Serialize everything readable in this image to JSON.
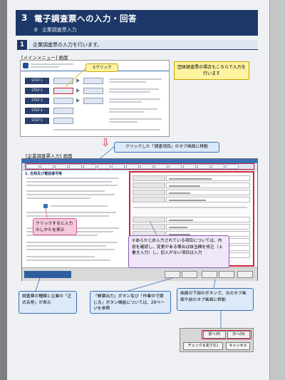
{
  "header": {
    "section_number": "3",
    "title": "電子調査票への入力・回答",
    "sub_letter": "B",
    "subtitle": "企業調査票入力"
  },
  "intro": {
    "step_number": "1",
    "text": "企業調査票の入力を行います。"
  },
  "main_menu": {
    "caption": "[メインメニュー] 画面",
    "steps": [
      "STEP 1",
      "STEP 2",
      "STEP 3",
      "STEP 4",
      "STEP 5"
    ],
    "click_callout": "①クリック",
    "note": "団体調査票の場合もこちらで入力を行います"
  },
  "entry_screen": {
    "caption": "[企業調査票入力] 画面",
    "tab_callout": "クリックした「調査項目」のタブ画面に移動",
    "section_heading": "1. 名称及び電話番号等",
    "help_callout": "クリックすると入力のしかたを表示",
    "prefill_callout": "②あらかじめ入力されている項目については、内容を確認し、変更がある場合は該当欄を修正（上書き入力）し、記入がない項目は入力"
  },
  "notes": {
    "form_name": "調査票の種類と企業の「正式名称」が表示",
    "print_buttons": "「帳票出力」ボタン及び「作業中で閉じる」ボタン機能については、29ページを参照",
    "navigation": "画面の下部のボタンで、次のタブ画面や前のタブ画面に移動"
  },
  "nav_buttons": {
    "prev": "前へ(P)",
    "next": "次へ(N)",
    "check_complete": "チェック＆完了(C)",
    "cancel": "キャンセル"
  },
  "colors": {
    "header": "#1d3868",
    "highlight_red": "#d0243a",
    "note_yellow": "#fdf3a0",
    "callout_blue": "#dbe9f8",
    "callout_pink": "#f7c8dc",
    "callout_purple": "#efe7f7"
  }
}
